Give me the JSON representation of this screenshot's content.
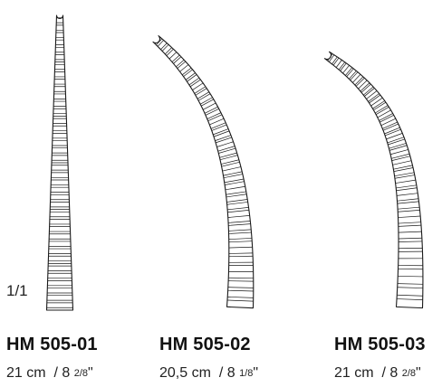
{
  "scale_label": "1/1",
  "products": [
    {
      "code": "HM 505-01",
      "length_cm": "21 cm",
      "sep": "/",
      "length_in_whole": "8",
      "length_in_frac": "2/8",
      "inch_mark": "\""
    },
    {
      "code": "HM 505-02",
      "length_cm": "20,5 cm",
      "sep": "/",
      "length_in_whole": "8",
      "length_in_frac": "1/8",
      "inch_mark": "\""
    },
    {
      "code": "HM 505-03",
      "length_cm": "21 cm",
      "sep": "/",
      "length_in_whole": "8",
      "length_in_frac": "2/8",
      "inch_mark": "\""
    }
  ]
}
